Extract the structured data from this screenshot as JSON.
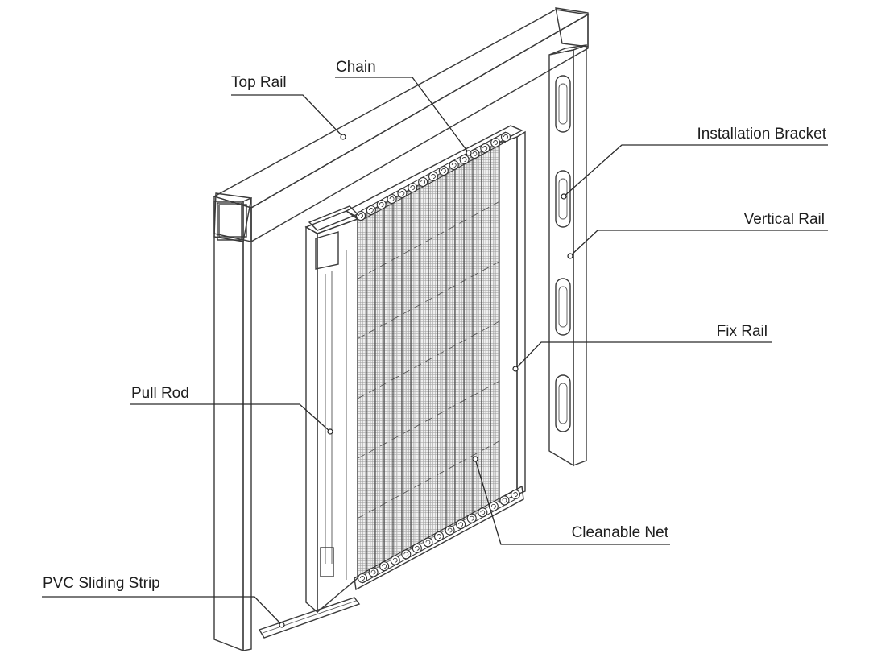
{
  "labels": {
    "top_rail": "Top Rail",
    "chain": "Chain",
    "installation_bracket": "Installation Bracket",
    "vertical_rail": "Vertical Rail",
    "fix_rail": "Fix Rail",
    "pull_rod": "Pull Rod",
    "cleanable_net": "Cleanable Net",
    "pvc_sliding_strip": "PVC Sliding Strip"
  },
  "colors": {
    "line": "#2a2a2a",
    "mesh": "#8a8a8a",
    "background": "#ffffff"
  }
}
